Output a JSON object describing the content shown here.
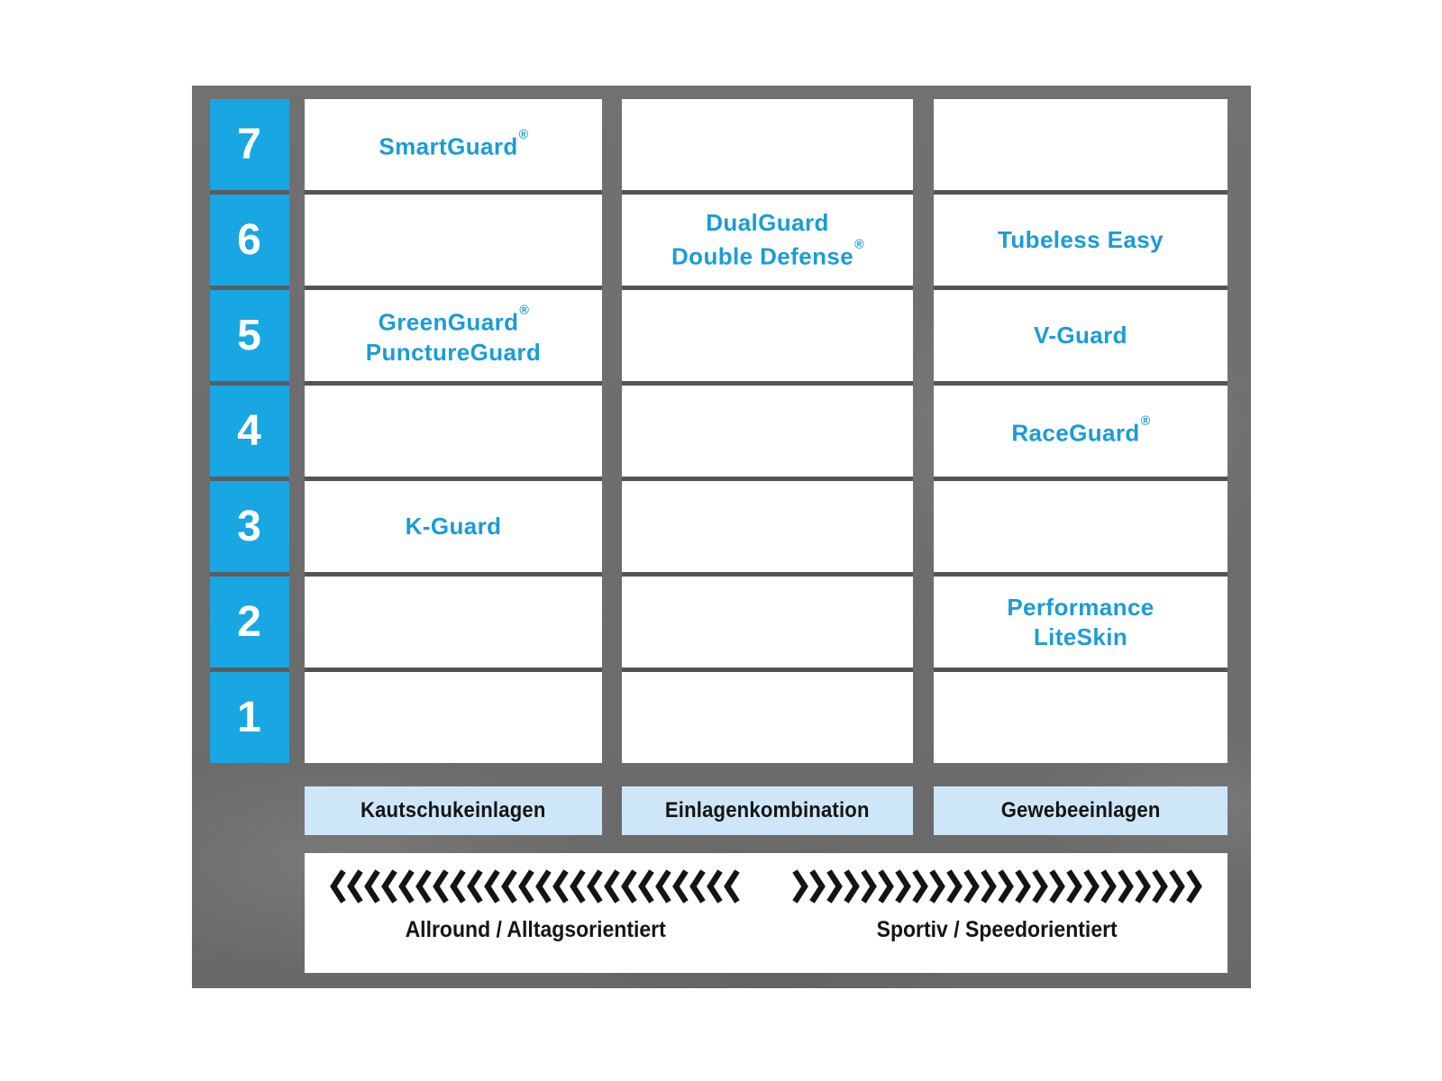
{
  "colors": {
    "level_box_blue": "#18a7e2",
    "product_text_blue": "#1a9cd9",
    "category_bar_blue": "#cde7f8",
    "panel_gray": "#6d6d6d",
    "arrow_black": "#141414"
  },
  "levels": [
    "7",
    "6",
    "5",
    "4",
    "3",
    "2",
    "1"
  ],
  "columns": [
    {
      "footer": "Kautschukeinlagen",
      "cells": {
        "7": [
          "SmartGuard®"
        ],
        "5": [
          "GreenGuard®",
          "PunctureGuard"
        ],
        "3": [
          "K-Guard"
        ]
      }
    },
    {
      "footer": "Einlagenkombination",
      "cells": {
        "6": [
          "DualGuard",
          "Double Defense®"
        ]
      }
    },
    {
      "footer": "Gewebeeinlagen",
      "cells": {
        "6": [
          "Tubeless Easy"
        ],
        "5": [
          "V-Guard"
        ],
        "4": [
          "RaceGuard®"
        ],
        "2": [
          "Performance",
          "LiteSkin"
        ]
      }
    }
  ],
  "axis": {
    "left_label": "Allround / Alltagsorientiert",
    "right_label": "Sportiv / Speedorientiert",
    "chevron_count": 24
  }
}
